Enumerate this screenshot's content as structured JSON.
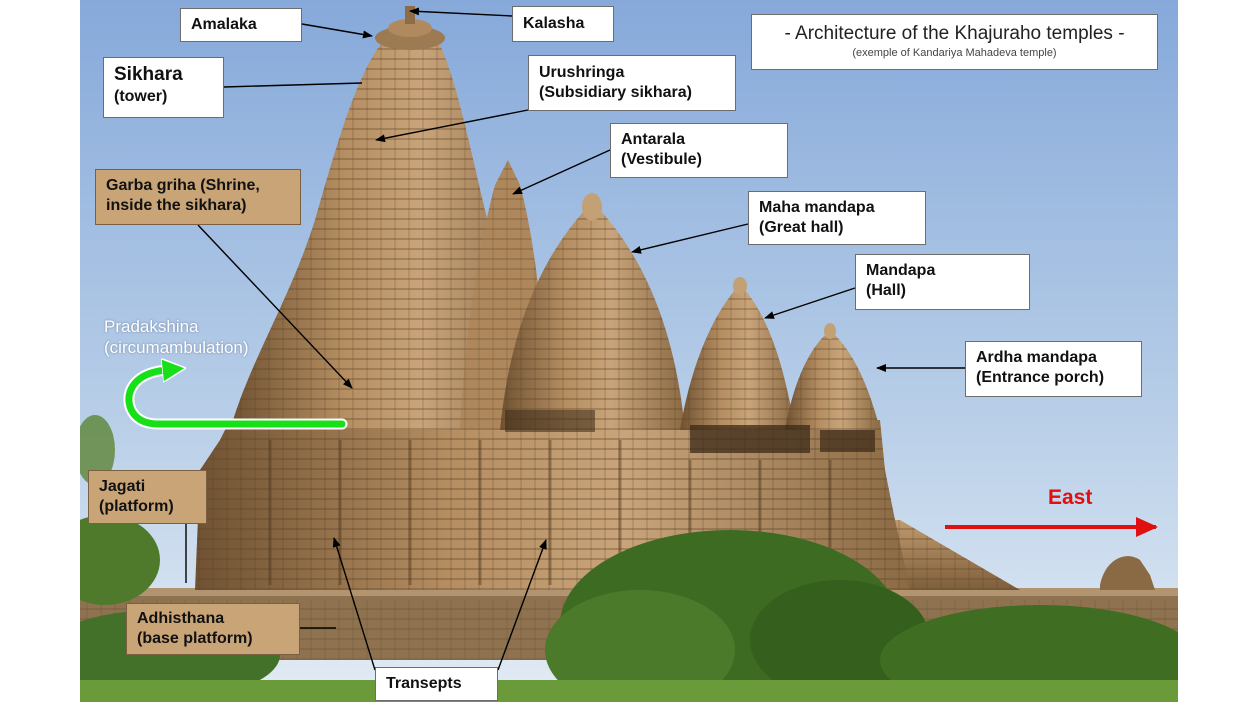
{
  "title": "- Architecture of the Khajuraho temples -",
  "subtitle": "(exemple of Kandariya Mahadeva temple)",
  "labels": {
    "amalaka": "Amalaka",
    "kalasha": "Kalasha",
    "sikhara": {
      "l1": "Sikhara",
      "l2": "(tower)"
    },
    "urushringa": {
      "l1": "Urushringa",
      "l2": "(Subsidiary sikhara)"
    },
    "antarala": {
      "l1": "Antarala",
      "l2": "(Vestibule)"
    },
    "garba_griha": {
      "l1": "Garba griha (Shrine,",
      "l2": "inside the sikhara)"
    },
    "maha_mandapa": {
      "l1": "Maha mandapa",
      "l2": "(Great hall)"
    },
    "mandapa": {
      "l1": "Mandapa",
      "l2": "(Hall)"
    },
    "pradakshina": {
      "l1": "Pradakshina",
      "l2": "(circumambulation)"
    },
    "ardha_mandapa": {
      "l1": "Ardha mandapa",
      "l2": "(Entrance porch)"
    },
    "jagati": {
      "l1": "Jagati",
      "l2": "(platform)"
    },
    "adhisthana": {
      "l1": "Adhisthana",
      "l2": "(base platform)"
    },
    "transepts": "Transepts",
    "east": "East"
  },
  "colors": {
    "sky_top": "#8fb0dc",
    "sky_bottom": "#dfe9f4",
    "stone": "#a8825a",
    "stone_light": "#c9a47a",
    "stone_dark": "#5e4428",
    "foliage": "#3f6e23",
    "grass": "#6a9a3a",
    "tan_label": "#c8a477",
    "arrow_green": "#18e018",
    "arrow_red": "#e01010"
  }
}
